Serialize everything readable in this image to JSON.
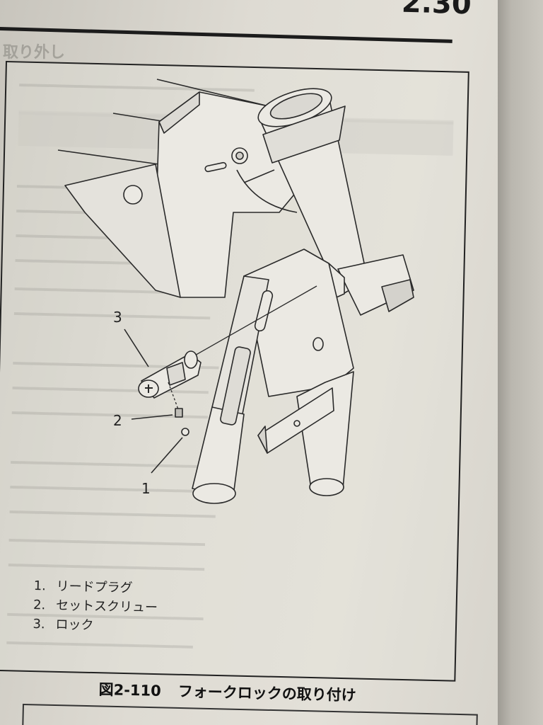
{
  "header": {
    "page_number": "2.30",
    "section_heading": "取り外し"
  },
  "figure": {
    "callouts": [
      "3",
      "2",
      "1"
    ],
    "legend": [
      {
        "num": "1.",
        "label": "リードプラグ"
      },
      {
        "num": "2.",
        "label": "セットスクリュー"
      },
      {
        "num": "3.",
        "label": "ロック"
      }
    ],
    "caption_number": "図2-110",
    "caption_title": "フォークロックの取り付け"
  },
  "colors": {
    "ink": "#222222",
    "paper": "#e1ded6",
    "line_art_fill": "#ebe9e3"
  }
}
